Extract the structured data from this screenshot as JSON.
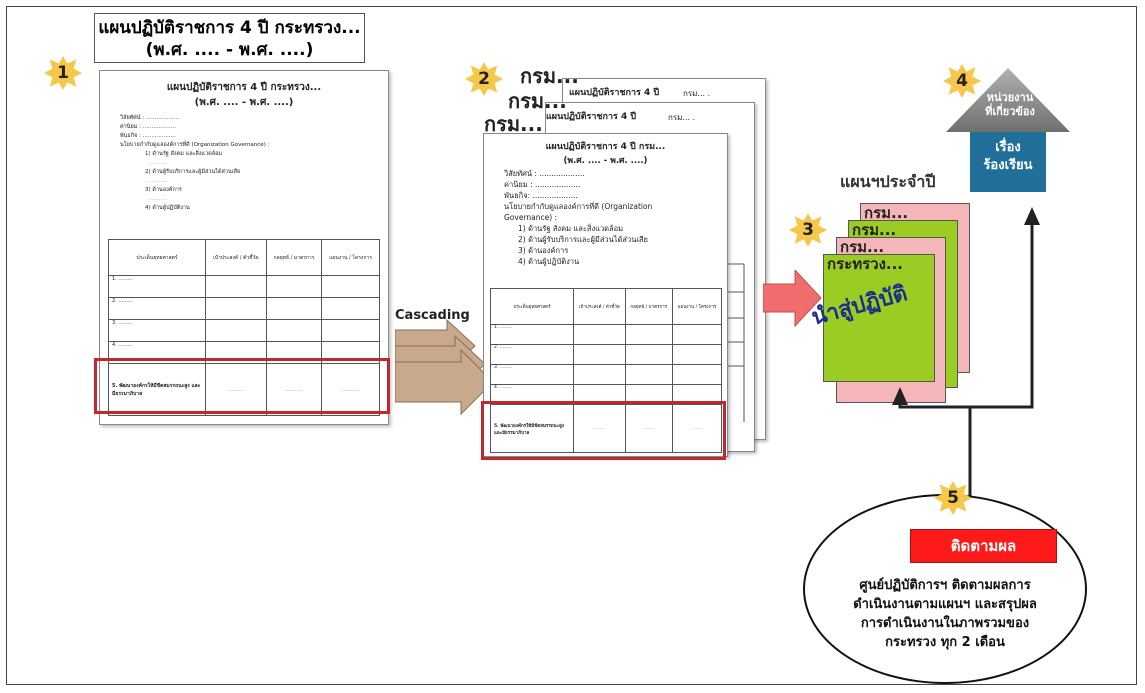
{
  "main_title_line1": "แผนปฏิบัติราชการ 4 ปี กระทรวง...",
  "main_title_line2": "(พ.ศ. .... - พ.ศ. ....)",
  "steps": [
    "1",
    "2",
    "3",
    "4",
    "5"
  ],
  "doc1": {
    "title_line1": "แผนปฏิบัติราชการ 4 ปี กระทรวง...",
    "title_line2": "(พ.ศ. .... - พ.ศ. ....)",
    "vision": "วิสัยทัศน์ : ...................",
    "values": "ค่านิยม : ...................",
    "mission": "พันธกิจ : ...................",
    "policy": "นโยบายกำกับดูแลองค์การที่ดี (Organization Governance) :",
    "items": [
      "1) ด้านรัฐ สังคม และสิ่งแวดล้อม",
      "2) ด้านผู้รับบริการและผู้มีส่วนได้ส่วนเสีย",
      "3) ด้านองค์การ",
      "4) ด้านผู้ปฏิบัติงาน"
    ],
    "table_headers": [
      "ประเด็นยุทธศาสตร์",
      "เป้าประสงค์ / ตัวชี้วัด",
      "กลยุทธ์ / มาตรการ",
      "แผนงาน / โครงการ"
    ],
    "rows": [
      "1. .........",
      "2. .........",
      "3. .........",
      "4. ........."
    ],
    "row5": "5. พัฒนาองค์กรให้มีขีดสมรรถนะสูง และมีธรรมาภิบาล",
    "dots": "..........."
  },
  "cascading_label": "Cascading",
  "dept_label": "กรม...",
  "dept_plan_title": "แผนปฏิบัติราชการ 4 ปี",
  "dept_small": "กรม... .",
  "doc2": {
    "title_line1": "แผนปฏิบัติราชการ 4 ปี กรม...",
    "title_line2": "(พ.ศ. .... - พ.ศ. ....)",
    "vision": "วิสัยทัศน์ : ...................",
    "values": "ค่านิยม : ...................",
    "mission": "พันธกิจ: ...................",
    "policy_line1": "นโยบายกำกับดูแลองค์การที่ดี (Organization",
    "policy_line2": "Governance) :",
    "items": [
      "1) ด้านรัฐ สังคม และสิ่งแวดล้อม",
      "2) ด้านผู้รับบริการและผู้มีส่วนได้ส่วนเสีย",
      "3) ด้านองค์การ",
      "4) ด้านผู้ปฏิบัติงาน"
    ],
    "table_headers": [
      "ประเด็นยุทธศาสตร์",
      "เป้าประสงค์ / ตัวชี้วัด",
      "กลยุทธ์ / มาตรการ",
      "แผนงาน / โครงการ"
    ],
    "rows": [
      "1. .........",
      "2. .........",
      "3. .........",
      "4. ........."
    ],
    "row5": "5. พัฒนาองค์กรให้มีขีดสมรรถนะสูง และมีธรรมาภิบาล",
    "dots": "........"
  },
  "annual_plan_label": "แผนฯประจำปี",
  "ministry_card_title": "กระทรวง...",
  "implement_label": "นำสู่ปฏิบัติ",
  "house_roof_label_line1": "หน่วยงาน",
  "house_roof_label_line2": "ที่เกี่ยวข้อง",
  "house_body_line1": "เรื่อง",
  "house_body_line2": "ร้องเรียน",
  "monitor_label": "ติดตามผล",
  "oval_text": [
    "ศูนย์ปฏิบัติการฯ ติดตามผลการ",
    "ดำเนินงานตามแผนฯ และสรุปผล",
    "การดำเนินงานในภาพรวมของ",
    "กระทรวง ทุก 2 เดือน"
  ],
  "colors": {
    "star": "#f5c84c",
    "red_frame": "#c0282d",
    "pink": "#f4b6b9",
    "green": "#9acc23",
    "house_blue": "#1f6f99",
    "roof_grey": "#7d7d7d",
    "monitor_red": "#ff1a1a",
    "arrow_red": "#f06d6d",
    "cascade_brown": "#c8a98c"
  }
}
